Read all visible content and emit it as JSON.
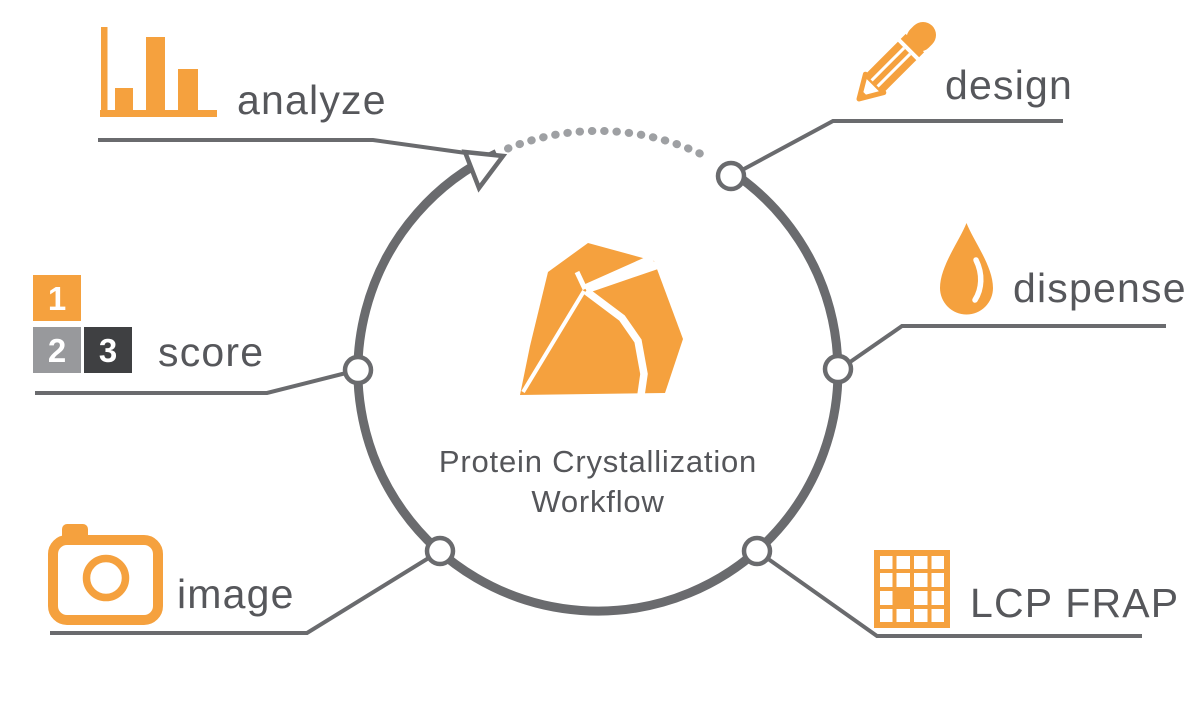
{
  "diagram": {
    "title_line1": "Protein Crystallization",
    "title_line2": "Workflow"
  },
  "steps": [
    {
      "label": "design",
      "icon": "pencil-icon"
    },
    {
      "label": "dispense",
      "icon": "droplet-icon"
    },
    {
      "label": "LCP FRAP",
      "icon": "well-grid-icon"
    },
    {
      "label": "image",
      "icon": "camera-icon"
    },
    {
      "label": "score",
      "icon": "score-123-icon"
    },
    {
      "label": "analyze",
      "icon": "bar-chart-icon"
    }
  ],
  "score_icon": {
    "digits": [
      "1",
      "2",
      "3"
    ]
  },
  "colors": {
    "orange": "#F5A13E",
    "line_gray": "#6A6B6E",
    "dot_gray": "#9EA0A3",
    "text_gray": "#56575B",
    "score_square_gray": "#98999C",
    "score_square_dark": "#3F4042"
  }
}
